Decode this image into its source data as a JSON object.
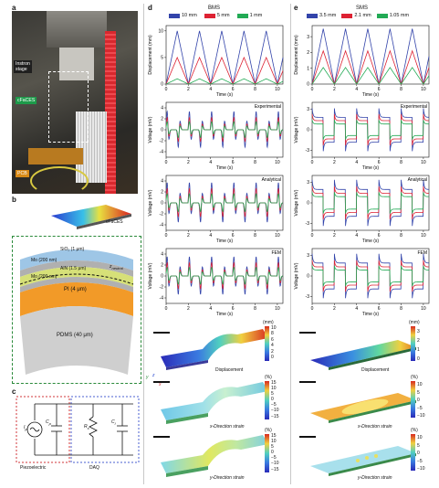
{
  "panels": {
    "a": "a",
    "b": "b",
    "c": "c",
    "d": "d",
    "e": "e"
  },
  "photo_labels": {
    "instron": "Instron\nstage",
    "cfaces": "cFaCES",
    "pcb": "PCB"
  },
  "colors": {
    "series1": "#3344aa",
    "series2": "#dd2233",
    "series3": "#22aa55",
    "dashed_green": "#2a8a3a",
    "dashed_red": "#d0343a",
    "dashed_blue": "#4a5fd0"
  },
  "layers": {
    "chip_label": "cFaCES",
    "sio2": "SiO₂ (1 μm)",
    "mo_top": "Mo (200 nm)",
    "aln": "AlN (1.5 μm)",
    "mo_bottom": "Mo (200 nm)",
    "zneutral": "z",
    "zneutral_sub": "neutral",
    "pi": "PI (4 μm)",
    "pdms": "PDMS (40 μm)"
  },
  "circuit": {
    "ip": "I",
    "ip_sub": "p",
    "cp": "C",
    "cp_sub": "p",
    "rs": "R",
    "rs_sub": "s",
    "cl": "C",
    "cl_sub": "l",
    "piezo": "Piezoelectric",
    "daq": "DAQ"
  },
  "columns": {
    "d": {
      "title": "BMS",
      "legend": [
        "10 mm",
        "5 mm",
        "1 mm"
      ],
      "disp_ylabel": "Displacement (mm)",
      "disp_yticks": [
        "10",
        "5",
        "0"
      ],
      "volt_ylabel": "Voltage (mV)",
      "volt_yticks": [
        "4",
        "2",
        "0",
        "-2",
        "-4"
      ],
      "xticks": [
        "0",
        "2",
        "4",
        "6",
        "8",
        "10"
      ],
      "xlabel": "Time (s)",
      "tags": [
        "Experimental",
        "Analytical",
        "FEM"
      ]
    },
    "e": {
      "title": "SMS",
      "legend": [
        "3.5 mm",
        "2.1 mm",
        "1.05 mm"
      ],
      "disp_ylabel": "Displacement (mm)",
      "disp_yticks": [
        "3",
        "2",
        "1",
        "0"
      ],
      "volt_ylabel": "Voltage (mV)",
      "volt_yticks": [
        "3",
        "0",
        "-3"
      ],
      "xticks": [
        "0",
        "2",
        "4",
        "6",
        "8",
        "10"
      ],
      "xlabel": "Time (s)",
      "tags": [
        "Experimental",
        "Analytical",
        "FEM"
      ]
    }
  },
  "fem": {
    "d": {
      "disp_unit": "(mm)",
      "disp_ticks": [
        "10",
        "8",
        "6",
        "4",
        "2",
        "0"
      ],
      "disp_caption": "Displacement",
      "strain_unit": "(%)",
      "strain_ticks": [
        "15",
        "10",
        "5",
        "0",
        "−5",
        "−10",
        "−15"
      ],
      "x_caption": "x-Direction strain",
      "y_caption": "y-Direction strain",
      "axis_x": "x",
      "axis_y": "y",
      "axis_z": "z"
    },
    "e": {
      "disp_unit": "(mm)",
      "disp_ticks": [
        "3",
        "2",
        "1",
        "0"
      ],
      "disp_caption": "Displacement",
      "strain_unit": "(%)",
      "strain_ticks": [
        "10",
        "5",
        "0",
        "−5",
        "−10"
      ],
      "x_caption": "x-Direction strain",
      "y_caption": "y-Direction strain"
    }
  },
  "chart_data": [
    {
      "type": "line",
      "title": "BMS",
      "xlabel": "Time (s)",
      "ylabel": "Displacement (mm)",
      "xlim": [
        0,
        10.5
      ],
      "ylim": [
        0,
        11
      ],
      "series": [
        {
          "name": "10 mm",
          "shape": "triangle",
          "amplitude": 10,
          "period": 2
        },
        {
          "name": "5 mm",
          "shape": "triangle",
          "amplitude": 5,
          "period": 2
        },
        {
          "name": "1 mm",
          "shape": "triangle",
          "amplitude": 1,
          "period": 2
        }
      ]
    },
    {
      "type": "line",
      "title": "SMS",
      "xlabel": "Time (s)",
      "ylabel": "Displacement (mm)",
      "xlim": [
        0,
        10.5
      ],
      "ylim": [
        0,
        3.7
      ],
      "series": [
        {
          "name": "3.5 mm",
          "shape": "triangle",
          "amplitude": 3.5,
          "period": 2
        },
        {
          "name": "2.1 mm",
          "shape": "triangle",
          "amplitude": 2.1,
          "period": 2
        },
        {
          "name": "1.05 mm",
          "shape": "triangle",
          "amplitude": 1.05,
          "period": 2
        }
      ]
    },
    {
      "type": "line",
      "xlabel": "Time (s)",
      "ylabel": "Voltage (mV)",
      "xlim": [
        0,
        10.5
      ],
      "ylim": [
        -5,
        5
      ],
      "series": [
        {
          "name": "10 mm",
          "shape": "spike",
          "amplitude": 3.6,
          "period": 2
        },
        {
          "name": "5 mm",
          "shape": "spike",
          "amplitude": 2.4,
          "period": 2
        },
        {
          "name": "1 mm",
          "shape": "spike",
          "amplitude": 1.6,
          "period": 2
        }
      ]
    },
    {
      "type": "line",
      "xlabel": "Time (s)",
      "ylabel": "Voltage (mV)",
      "xlim": [
        0,
        10.5
      ],
      "ylim": [
        -5,
        5
      ],
      "series": [
        {
          "name": "10 mm",
          "shape": "spike",
          "amplitude": 4.0,
          "period": 2
        },
        {
          "name": "5 mm",
          "shape": "spike",
          "amplitude": 2.8,
          "period": 2
        },
        {
          "name": "1 mm",
          "shape": "spike",
          "amplitude": 1.8,
          "period": 2
        }
      ]
    },
    {
      "type": "line",
      "xlabel": "Time (s)",
      "ylabel": "Voltage (mV)",
      "xlim": [
        0,
        10.5
      ],
      "ylim": [
        -5,
        5
      ],
      "series": [
        {
          "name": "10 mm",
          "shape": "spike",
          "amplitude": 3.8,
          "period": 2
        },
        {
          "name": "5 mm",
          "shape": "spike",
          "amplitude": 2.6,
          "period": 2
        },
        {
          "name": "1 mm",
          "shape": "spike",
          "amplitude": 1.7,
          "period": 2
        }
      ]
    },
    {
      "type": "line",
      "xlabel": "Time (s)",
      "ylabel": "Voltage (mV)",
      "xlim": [
        0,
        10.5
      ],
      "ylim": [
        -4,
        4
      ],
      "series": [
        {
          "name": "3.5 mm",
          "shape": "square",
          "amplitude": 2.6,
          "period": 2
        },
        {
          "name": "2.1 mm",
          "shape": "square",
          "amplitude": 1.9,
          "period": 2
        },
        {
          "name": "1.05 mm",
          "shape": "square",
          "amplitude": 1.2,
          "period": 2
        }
      ]
    },
    {
      "type": "line",
      "xlabel": "Time (s)",
      "ylabel": "Voltage (mV)",
      "xlim": [
        0,
        10.5
      ],
      "ylim": [
        -4,
        4
      ],
      "series": [
        {
          "name": "3.5 mm",
          "shape": "square",
          "amplitude": 2.8,
          "period": 2
        },
        {
          "name": "2.1 mm",
          "shape": "square",
          "amplitude": 2.0,
          "period": 2
        },
        {
          "name": "1.05 mm",
          "shape": "square",
          "amplitude": 1.3,
          "period": 2
        }
      ]
    },
    {
      "type": "line",
      "xlabel": "Time (s)",
      "ylabel": "Voltage (mV)",
      "xlim": [
        0,
        10.5
      ],
      "ylim": [
        -4,
        4
      ],
      "series": [
        {
          "name": "3.5 mm",
          "shape": "square",
          "amplitude": 2.7,
          "period": 2
        },
        {
          "name": "2.1 mm",
          "shape": "square",
          "amplitude": 1.9,
          "period": 2
        },
        {
          "name": "1.05 mm",
          "shape": "square",
          "amplitude": 1.25,
          "period": 2
        }
      ]
    }
  ]
}
